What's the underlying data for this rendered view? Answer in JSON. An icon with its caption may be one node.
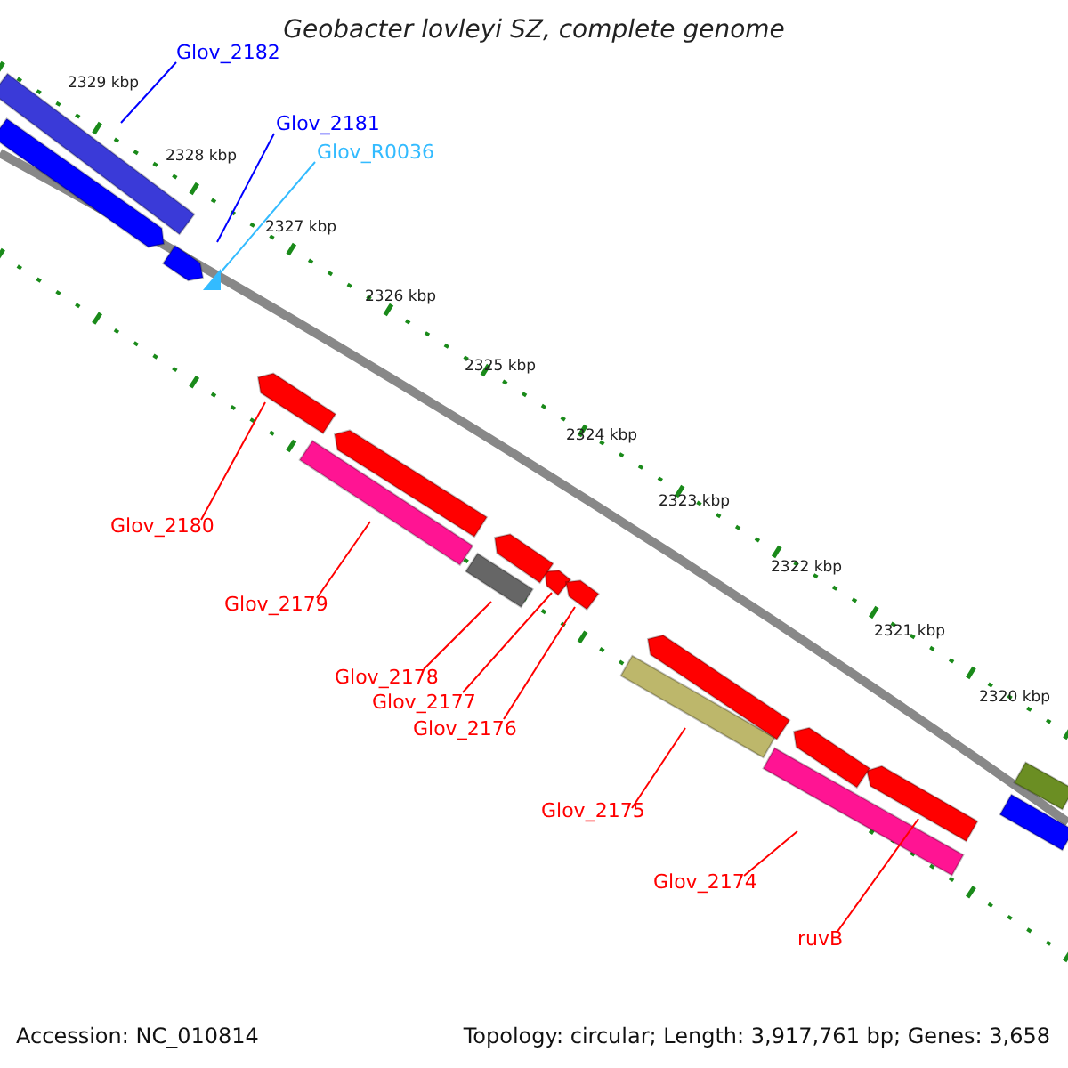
{
  "diagram": {
    "title": "Geobacter lovleyi SZ, complete genome",
    "nodes": [
      {
        "text": [
          "Glov_2182"
        ]
      },
      {
        "text": [],
        "shape": "bar"
      },
      {
        "text": [
          "Glov_2181"
        ]
      },
      {
        "text": [],
        "shape": "bar"
      },
      {
        "text": [
          "Glov_R0036"
        ]
      },
      {
        "text": [],
        "shape": "bar"
      },
      {
        "text": [
          "Glov_2180"
        ]
      },
      {
        "text": [],
        "shape": "bar"
      },
      {
        "text": [
          "Glov_2179"
        ]
      },
      {
        "text": [],
        "shape": "bar"
      },
      {
        "text": [
          "Glov_2178"
        ]
      },
      {
        "text": [],
        "shape": "bar"
      },
      {
        "text": [
          "Glov_2177"
        ]
      },
      {
        "text": [],
        "shape": "bar"
      },
      {
        "text": [
          "Glov_2176"
        ]
      },
      {
        "text": [],
        "shape": "bar"
      },
      {
        "text": [
          "Glov_2175"
        ]
      },
      {
        "text": [],
        "shape": "bar"
      },
      {
        "text": [
          "Glov_2174"
        ]
      },
      {
        "text": [],
        "shape": "bar"
      },
      {
        "text": [
          "ruvB"
        ]
      },
      {
        "text": [],
        "shape": "bar"
      },
      {
        "text": [],
        "shape": "bar"
      },
      {
        "text": [],
        "shape": "bar"
      },
      {
        "text": [],
        "shape": "bar"
      },
      {
        "text": [],
        "shape": "bar"
      },
      {
        "text": [],
        "shape": "bar"
      },
      {
        "text": [],
        "shape": "bar"
      },
      {
        "text": [],
        "shape": "bar"
      }
    ],
    "edges": [
      {
        "from": 0,
        "to": 1,
        "arrow": "none",
        "color": "#0000ff"
      },
      {
        "from": 2,
        "to": 3,
        "arrow": "none",
        "color": "#0000ff"
      },
      {
        "from": 4,
        "to": 5,
        "arrow": "none",
        "color": "#33bbff"
      },
      {
        "from": 6,
        "to": 7,
        "arrow": "none"
      },
      {
        "from": 8,
        "to": 9,
        "arrow": "none"
      },
      {
        "from": 10,
        "to": 11,
        "arrow": "none"
      },
      {
        "from": 12,
        "to": 13,
        "arrow": "none"
      },
      {
        "from": 14,
        "to": 15,
        "arrow": "none"
      },
      {
        "from": 16,
        "to": 17,
        "arrow": "none"
      },
      {
        "from": 18,
        "to": 19,
        "arrow": "none"
      },
      {
        "from": 20,
        "to": 21,
        "arrow": "none"
      }
    ],
    "labels": [
      "2329 kbp",
      "2328 kbp",
      "2327 kbp",
      "2326 kbp",
      "2325 kbp",
      "2324 kbp",
      "2323 kbp",
      "2322 kbp",
      "2321 kbp",
      "2320 kbp",
      "Accession: NC_010814",
      "Topology: circular; Length: 3,917,761 bp; Genes: 3,658"
    ]
  }
}
